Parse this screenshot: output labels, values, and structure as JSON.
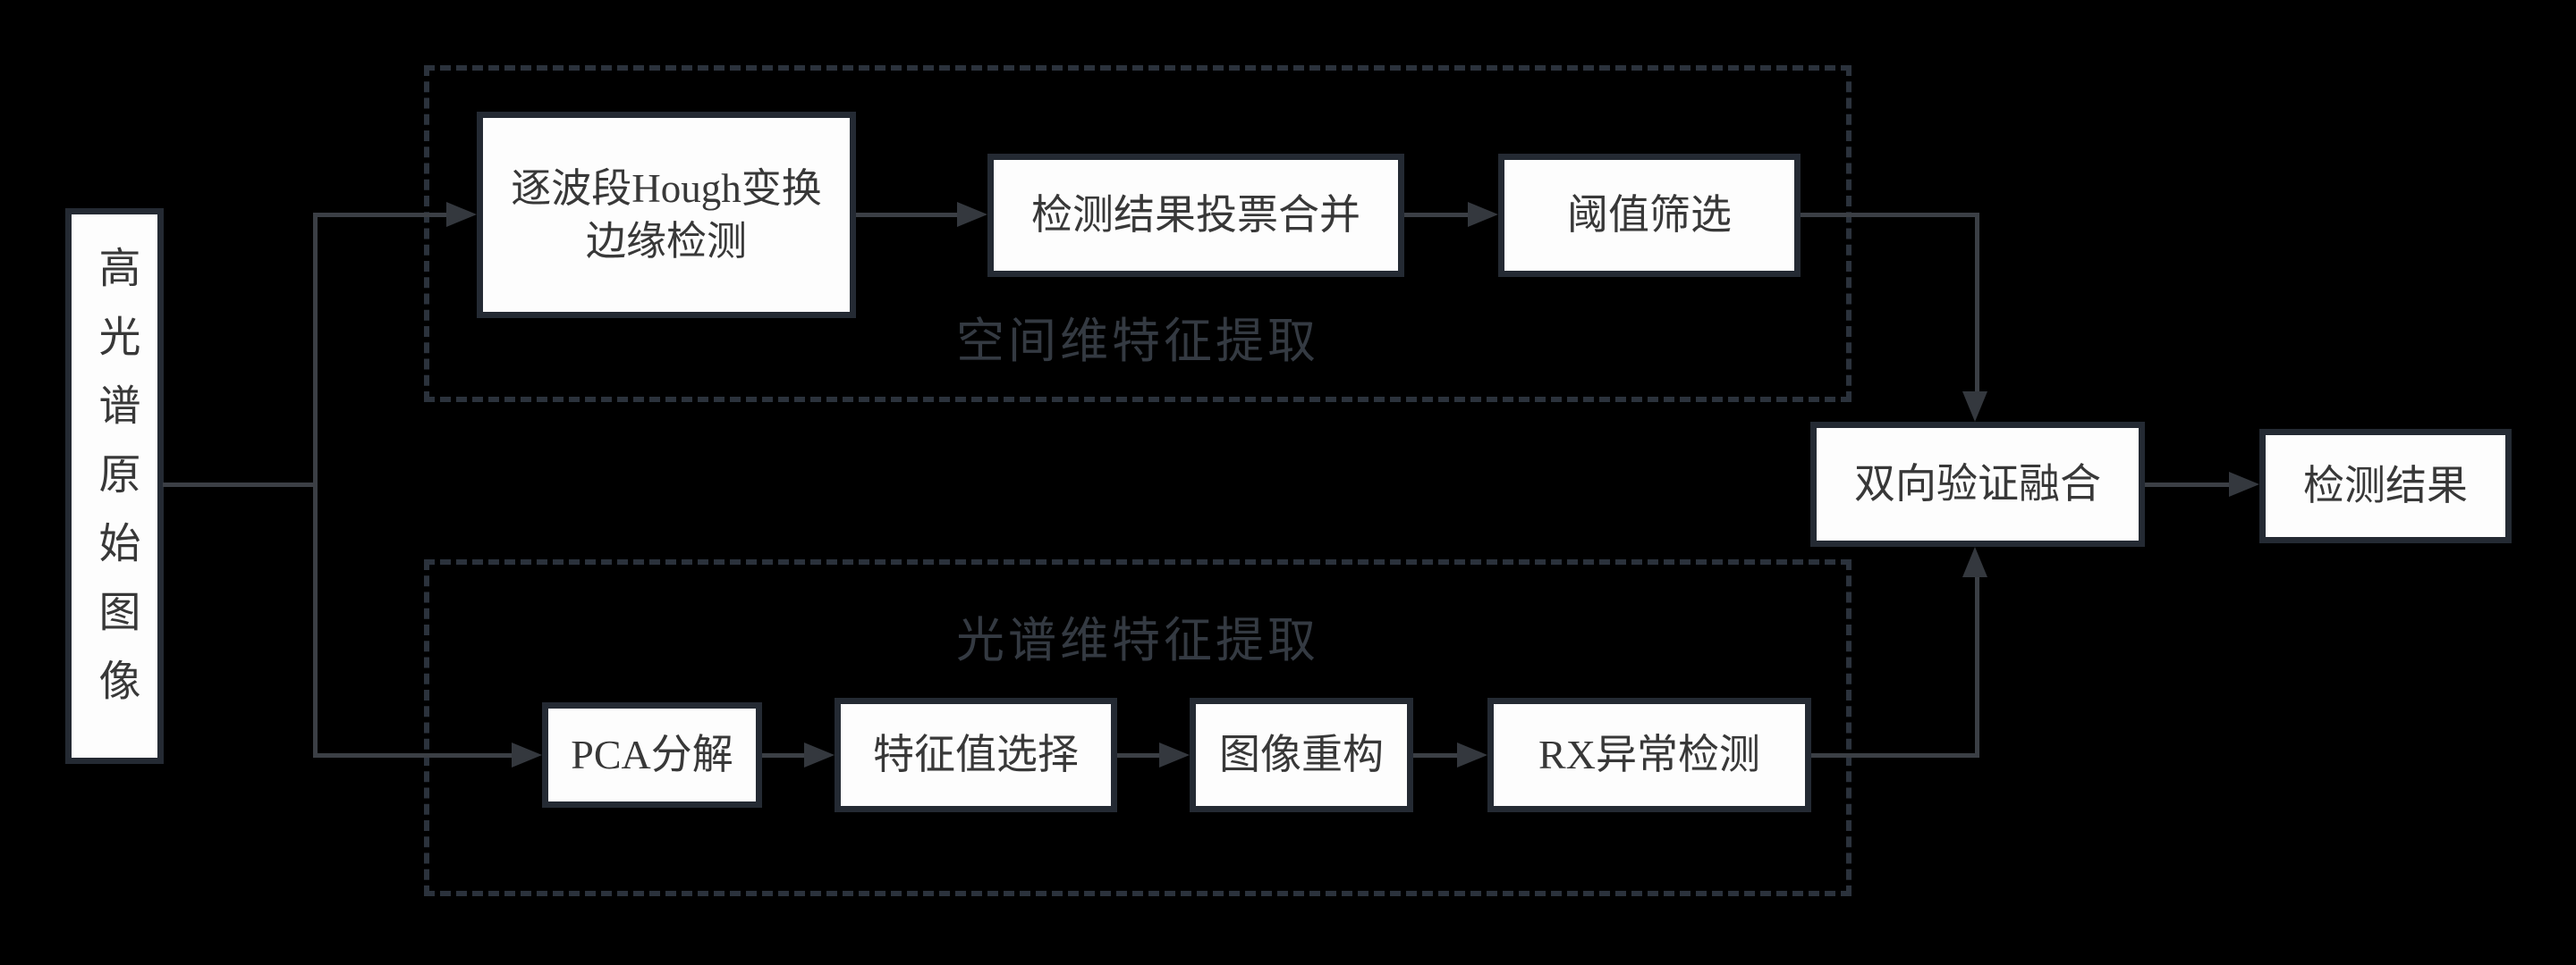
{
  "diagram": {
    "title": "hyperspectral-anomaly-detection-flowchart",
    "colors": {
      "background": "#000000",
      "node_fill": "#fdfdfd",
      "node_border": "#242a33",
      "node_text": "#383838",
      "dashed_border": "#2b323c",
      "group_label_text": "#343a42",
      "connector": "#3b3f45"
    },
    "input_node": {
      "label": "高光谱原始图像"
    },
    "spatial_branch": {
      "title": "空间维特征提取",
      "nodes": [
        {
          "label": "逐波段Hough变换\n边缘检测"
        },
        {
          "label": "检测结果投票合并"
        },
        {
          "label": "阈值筛选"
        }
      ]
    },
    "spectral_branch": {
      "title": "光谱维特征提取",
      "nodes": [
        {
          "label": "PCA分解"
        },
        {
          "label": "特征值选择"
        },
        {
          "label": "图像重构"
        },
        {
          "label": "RX异常检测"
        }
      ]
    },
    "fusion_node": {
      "label": "双向验证融合"
    },
    "result_node": {
      "label": "检测结果"
    }
  }
}
